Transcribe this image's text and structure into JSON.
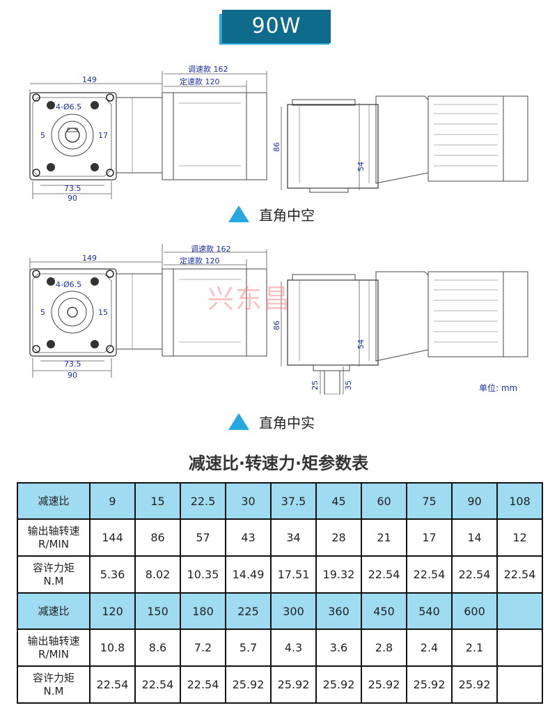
{
  "power_badge": "90W",
  "drawings": [
    {
      "caption": "直角中空",
      "front": {
        "width": "149",
        "hole": "4-Ø6.5",
        "shaft_left": "5",
        "shaft_right": "17",
        "pitch": "73.5",
        "flange": "90"
      },
      "side": {
        "len_adjustable": "调速款 162",
        "len_fixed": "定速款 120",
        "height": "86",
        "shaft_height": "54"
      }
    },
    {
      "caption": "直角中实",
      "front": {
        "width": "149",
        "hole": "4-Ø6.5",
        "shaft_left": "5",
        "shaft_right": "15",
        "pitch": "73.5",
        "flange": "90"
      },
      "side": {
        "len_adjustable": "调速款 162",
        "len_fixed": "定速款 120",
        "height": "86",
        "shaft_height": "54",
        "shaft_len": "25",
        "shaft_total": "35"
      }
    }
  ],
  "unit_label": "单位: mm",
  "watermark": "兴东昌",
  "table": {
    "title": "减速比·转速力·矩参数表",
    "row_labels": {
      "ratio": "减速比",
      "speed_line1": "输出轴转速",
      "speed_line2": "R/MIN",
      "torque_line1": "容许力矩",
      "torque_line2": "N.M"
    },
    "block1": {
      "ratio": [
        "9",
        "15",
        "22.5",
        "30",
        "37.5",
        "45",
        "60",
        "75",
        "90",
        "108"
      ],
      "speed": [
        "144",
        "86",
        "57",
        "43",
        "34",
        "28",
        "21",
        "17",
        "14",
        "12"
      ],
      "torque": [
        "5.36",
        "8.02",
        "10.35",
        "14.49",
        "17.51",
        "19.32",
        "22.54",
        "22.54",
        "22.54",
        "22.54"
      ]
    },
    "block2": {
      "ratio": [
        "120",
        "150",
        "180",
        "225",
        "300",
        "360",
        "450",
        "540",
        "600",
        ""
      ],
      "speed": [
        "10.8",
        "8.6",
        "7.2",
        "5.7",
        "4.3",
        "3.6",
        "2.8",
        "2.4",
        "2.1",
        ""
      ],
      "torque": [
        "22.54",
        "22.54",
        "22.54",
        "25.92",
        "25.92",
        "25.92",
        "25.92",
        "25.92",
        "25.92",
        ""
      ]
    }
  },
  "colors": {
    "badge": "#0e6b8c",
    "badge_shadow": "#29a7de",
    "triangle": "#25a8e0",
    "header_row": "#9fdcf2",
    "dimension": "#1b2fa8"
  }
}
